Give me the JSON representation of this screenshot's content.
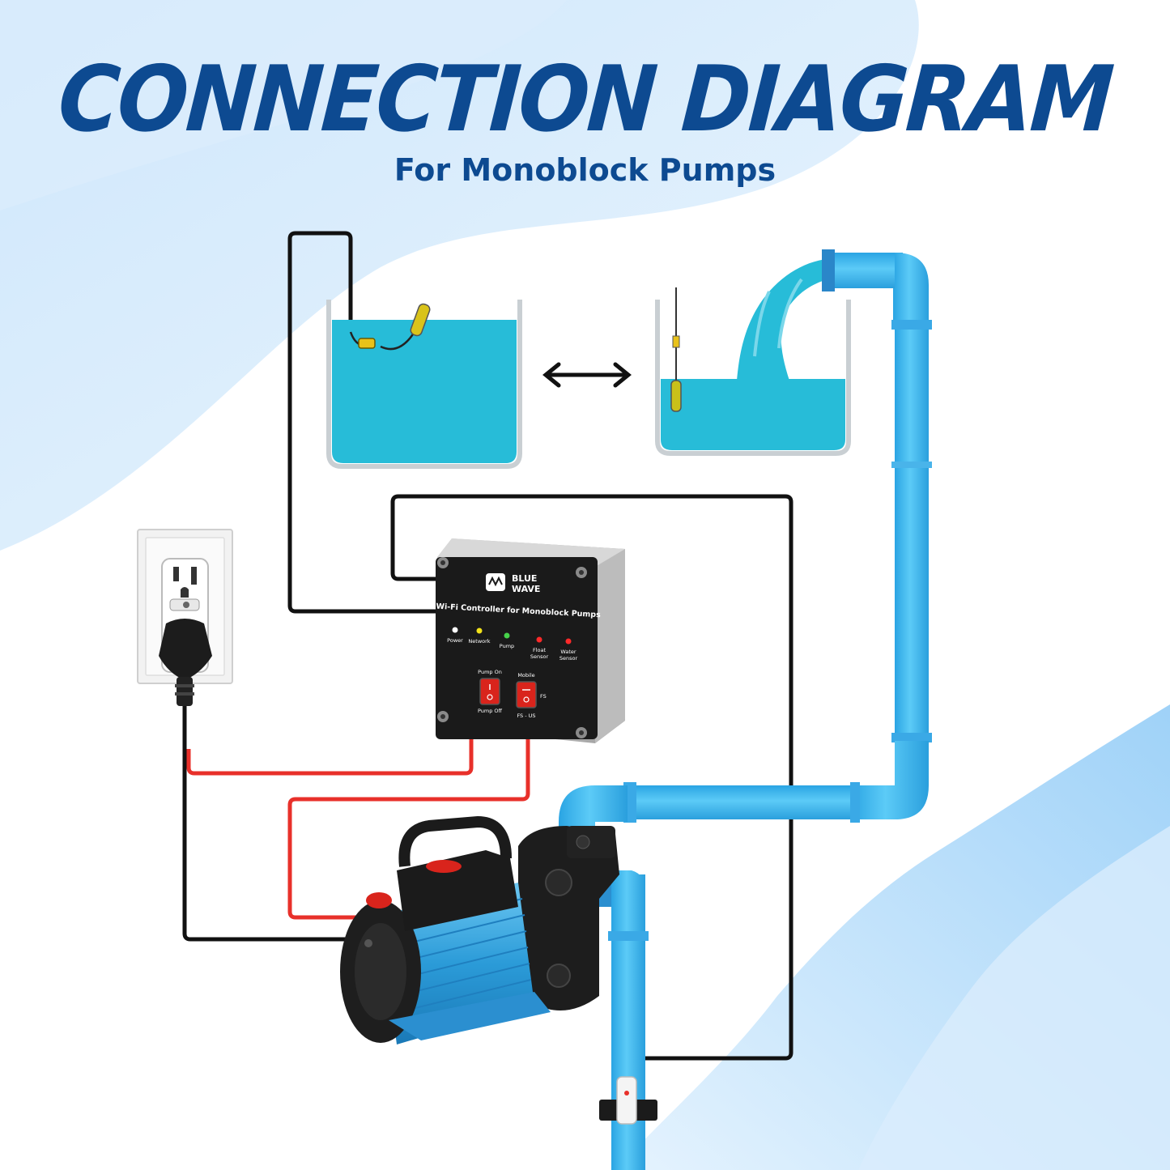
{
  "title": "CONNECTION DIAGRAM",
  "subtitle": "For Monoblock Pumps",
  "controller": {
    "brand_line1": "BLUE",
    "brand_line2": "WAVE",
    "name": "Wi-Fi Controller for Monoblock Pumps",
    "indicators": [
      {
        "label": "Power",
        "color": "#ffffff"
      },
      {
        "label": "Network",
        "color": "#f2e21a"
      },
      {
        "label": "Pump",
        "color": "#46d24a"
      },
      {
        "label": "Float\nSensor",
        "color": "#ff2a2a"
      },
      {
        "label": "Water\nSensor",
        "color": "#ff2a2a"
      }
    ],
    "switch1_top": "Pump On",
    "switch1_bottom": "Pump Off",
    "switch2_top": "Mobile",
    "switch2_right": "FS",
    "switch2_bottom": "FS - US"
  },
  "colors": {
    "title": "#0d4a91",
    "water": "#27bcd8",
    "pipe": "#3db6ee",
    "wire_black": "#111111",
    "wire_red": "#e8302a",
    "controller_face": "#1a1a1a",
    "switch_red": "#d9241c"
  }
}
